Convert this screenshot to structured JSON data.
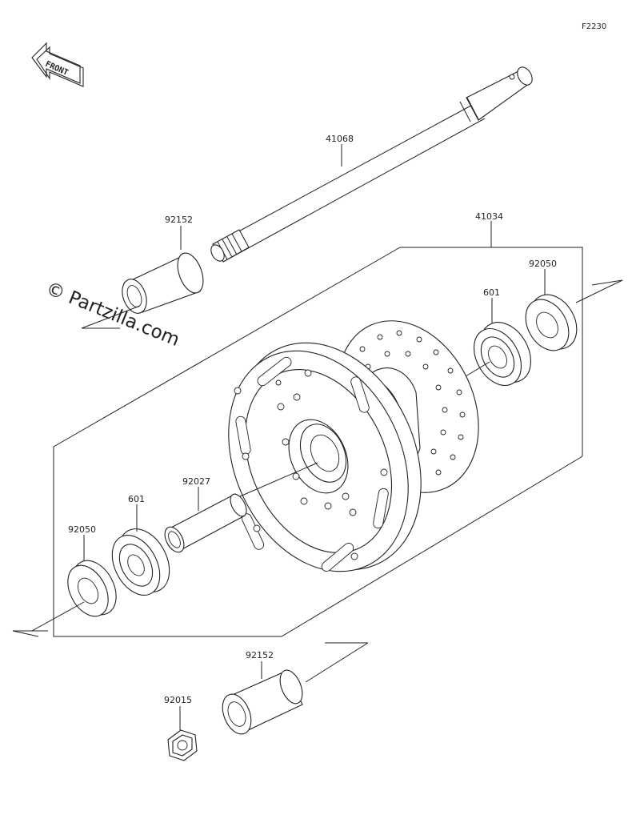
{
  "figure_code": "F2230",
  "front_label": "FRONT",
  "watermark": "© Partzilla.com",
  "parts": [
    {
      "id": "axle",
      "number": "41068"
    },
    {
      "id": "collar-left",
      "number": "92152"
    },
    {
      "id": "wheel-assy",
      "number": "41034"
    },
    {
      "id": "oil-seal-right",
      "number": "92050"
    },
    {
      "id": "bearing-right",
      "number": "601"
    },
    {
      "id": "spacer",
      "number": "92027"
    },
    {
      "id": "bearing-left",
      "number": "601"
    },
    {
      "id": "oil-seal-left",
      "number": "92050"
    },
    {
      "id": "collar-bottom",
      "number": "92152"
    },
    {
      "id": "nut",
      "number": "92015"
    }
  ]
}
